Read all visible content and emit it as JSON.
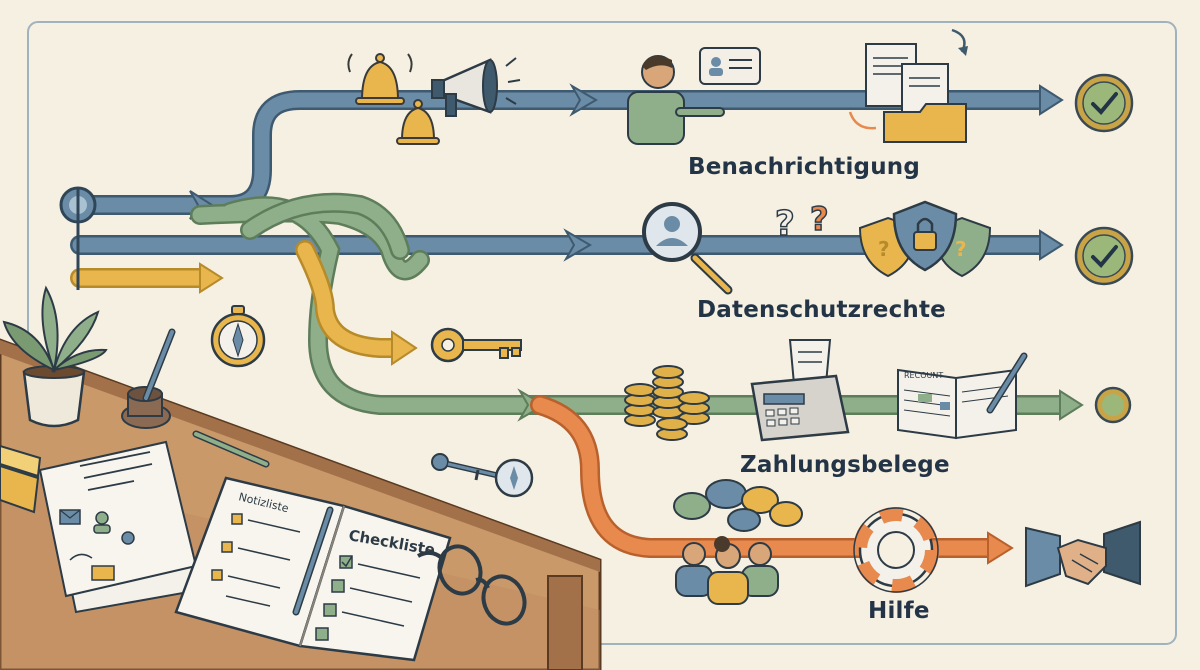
{
  "flows": [
    {
      "id": "notification",
      "label": "Benachrichtigung",
      "color": "#6b8ca6",
      "status": "complete"
    },
    {
      "id": "privacy",
      "label": "Datenschutzrechte",
      "color": "#6b8ca6",
      "status": "complete"
    },
    {
      "id": "payment",
      "label": "Zahlungsbelege",
      "color": "#8fae8a",
      "status": "pending"
    },
    {
      "id": "help",
      "label": "Hilfe",
      "color": "#e8894e",
      "status": "handshake"
    }
  ],
  "desk": {
    "notebook_left_title": "Notizliste",
    "notebook_right_title": "Checkliste"
  },
  "icons": {
    "receipt_book_heading": "RECOUNT"
  },
  "colors": {
    "blue_path": "#6b8ca6",
    "green_path": "#8fae8a",
    "yellow_path": "#e8b64c",
    "orange_path": "#e8894e",
    "check_ring": "#c9a447",
    "check_fill": "#9bb87a",
    "desk": "#c9996a",
    "background": "#f6f0e2"
  }
}
